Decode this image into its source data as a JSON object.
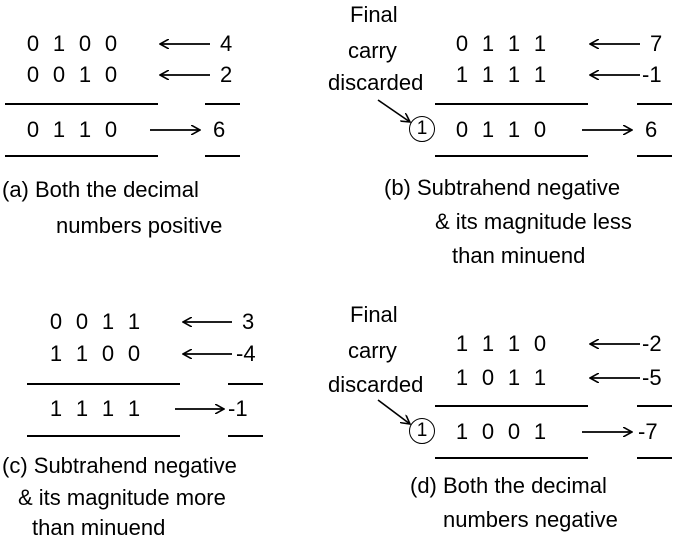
{
  "panels": {
    "a": {
      "rows": [
        {
          "bits": [
            "0",
            "1",
            "0",
            "0"
          ],
          "value": "4"
        },
        {
          "bits": [
            "0",
            "0",
            "1",
            "0"
          ],
          "value": "2"
        }
      ],
      "result": {
        "bits": [
          "0",
          "1",
          "1",
          "0"
        ],
        "value": "6"
      },
      "caption": [
        "(a)  Both the decimal",
        "numbers positive"
      ]
    },
    "b": {
      "rows": [
        {
          "bits": [
            "0",
            "1",
            "1",
            "1"
          ],
          "value": "7"
        },
        {
          "bits": [
            "1",
            "1",
            "1",
            "1"
          ],
          "value": "-1"
        }
      ],
      "result": {
        "carry": "1",
        "bits": [
          "0",
          "1",
          "1",
          "0"
        ],
        "value": "6"
      },
      "note": [
        "Final",
        "carry",
        "discarded"
      ],
      "caption": [
        "(b) Subtrahend negative",
        "& its magnitude less",
        "than minuend"
      ]
    },
    "c": {
      "rows": [
        {
          "bits": [
            "0",
            "0",
            "1",
            "1"
          ],
          "value": "3"
        },
        {
          "bits": [
            "1",
            "1",
            "0",
            "0"
          ],
          "value": "-4"
        }
      ],
      "result": {
        "bits": [
          "1",
          "1",
          "1",
          "1"
        ],
        "value": "-1"
      },
      "caption": [
        "(c) Subtrahend negative",
        "& its magnitude more",
        "than minuend"
      ]
    },
    "d": {
      "rows": [
        {
          "bits": [
            "1",
            "1",
            "1",
            "0"
          ],
          "value": "-2"
        },
        {
          "bits": [
            "1",
            "0",
            "1",
            "1"
          ],
          "value": "-5"
        }
      ],
      "result": {
        "carry": "1",
        "bits": [
          "1",
          "0",
          "0",
          "1"
        ],
        "value": "-7"
      },
      "note": [
        "Final",
        "carry",
        "discarded"
      ],
      "caption": [
        "(d) Both the decimal",
        "numbers negative"
      ]
    }
  }
}
